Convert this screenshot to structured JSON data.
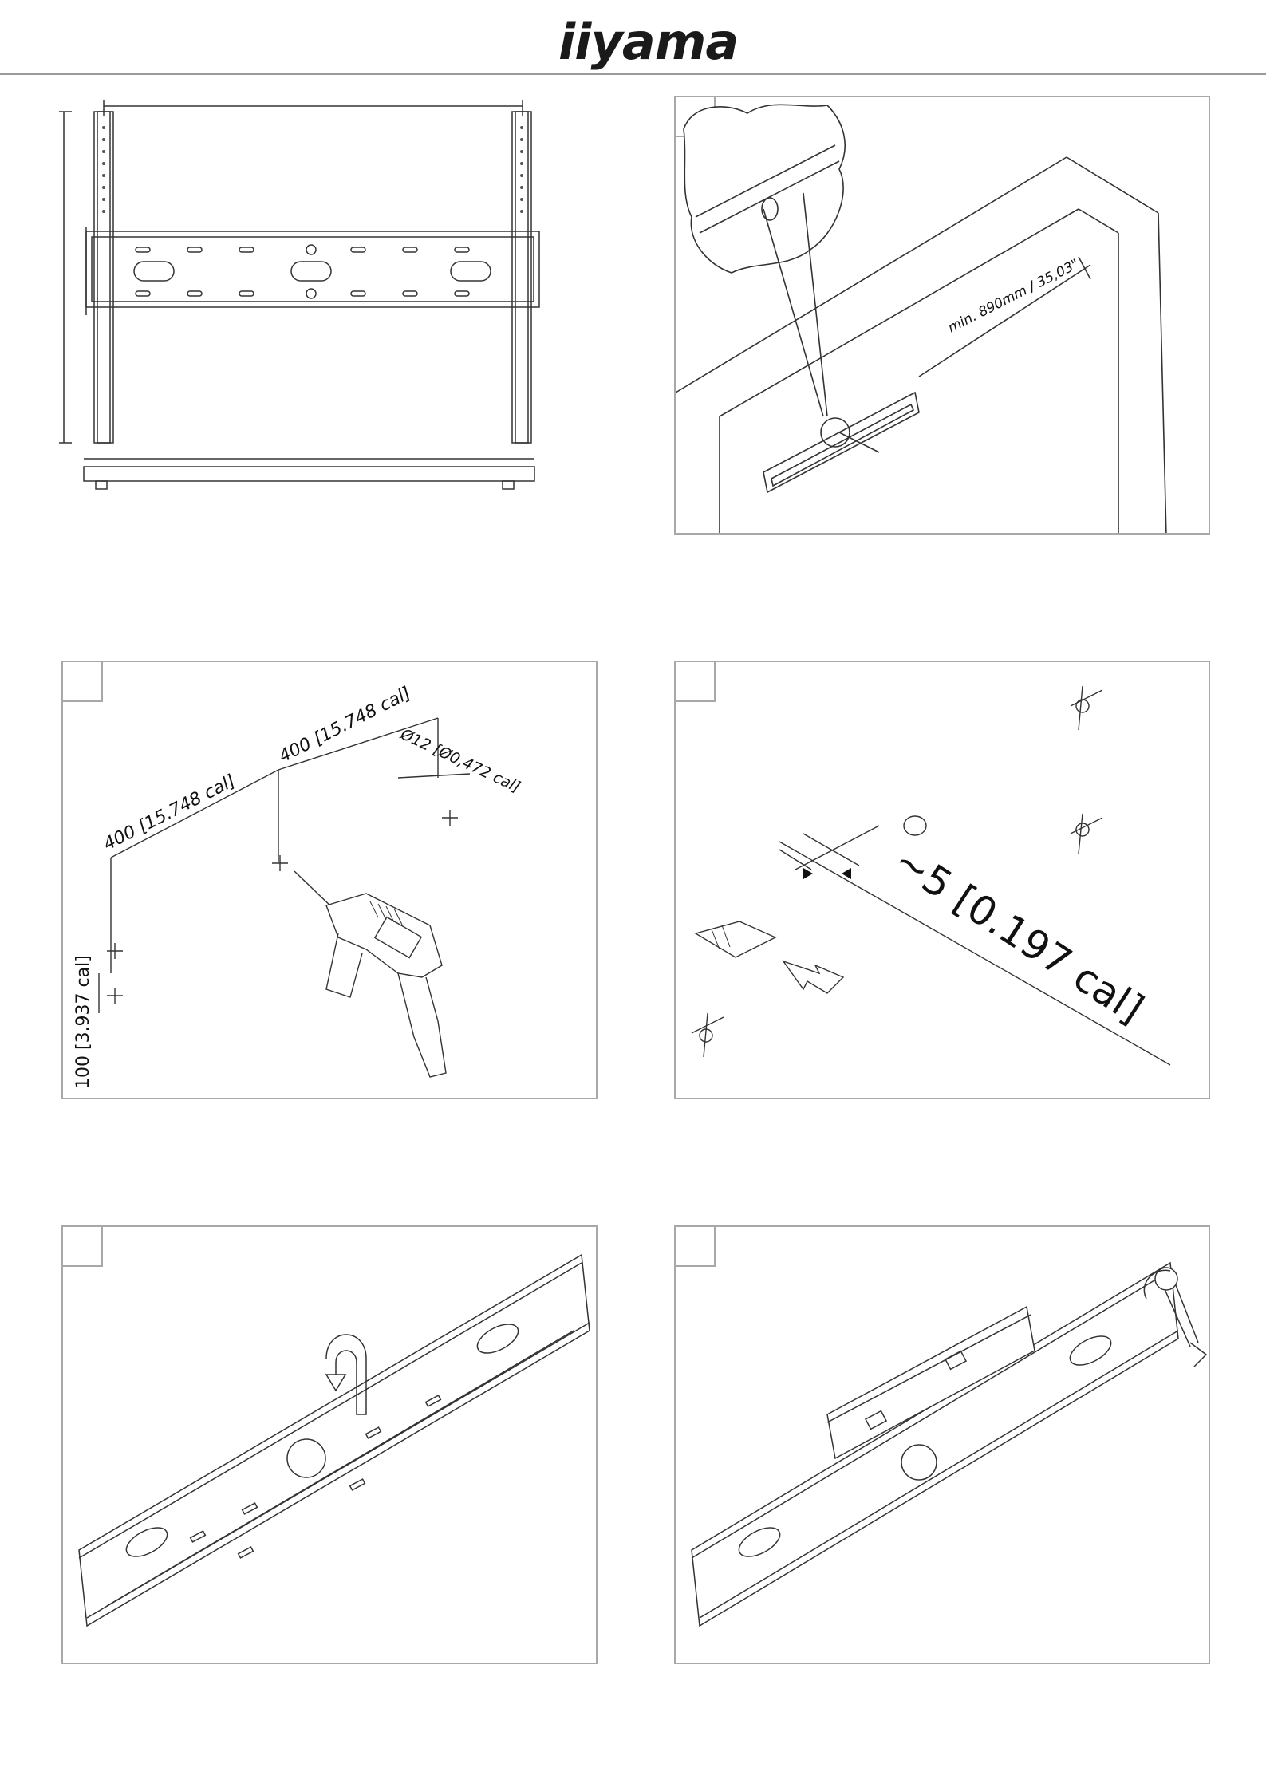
{
  "header": {
    "brand": "iiyama"
  },
  "panels": {
    "p2": {
      "label": "min. 890mm / 35,03\""
    },
    "p3": {
      "dim1": "400 [15.748 cal]",
      "dim2": "400 [15.748 cal]",
      "hole": "Ø12 [Ø0,472 cal]",
      "vert": "100 [3.937 cal]"
    },
    "p4": {
      "depth": "~5 [0.197 cal]"
    }
  },
  "colors": {
    "border": "#a8a8a8",
    "line": "#333333",
    "rule": "#9a9a9a"
  }
}
